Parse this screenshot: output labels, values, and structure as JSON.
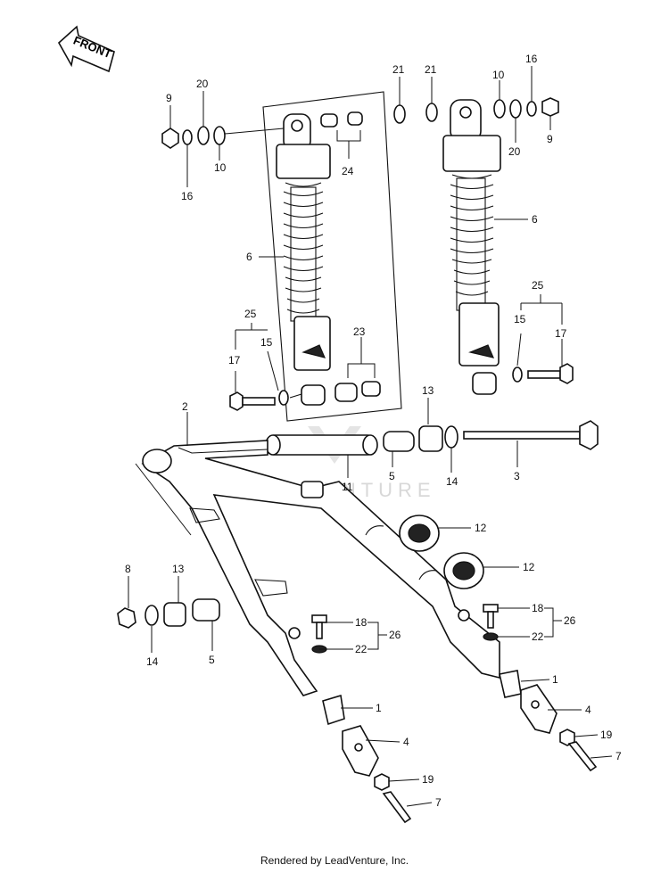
{
  "front_label": "FRONT",
  "watermark": "LEADVENTURE",
  "footer": "Rendered by LeadVenture, Inc.",
  "callouts": [
    {
      "id": "c9a",
      "text": "9"
    },
    {
      "id": "c20a",
      "text": "20"
    },
    {
      "id": "c16a",
      "text": "16"
    },
    {
      "id": "c10a",
      "text": "10"
    },
    {
      "id": "c24",
      "text": "24"
    },
    {
      "id": "c21a",
      "text": "21"
    },
    {
      "id": "c21b",
      "text": "21"
    },
    {
      "id": "c10b",
      "text": "10"
    },
    {
      "id": "c16b",
      "text": "16"
    },
    {
      "id": "c9b",
      "text": "9"
    },
    {
      "id": "c20b",
      "text": "20"
    },
    {
      "id": "c6a",
      "text": "6"
    },
    {
      "id": "c6b",
      "text": "6"
    },
    {
      "id": "c25a",
      "text": "25"
    },
    {
      "id": "c15a",
      "text": "15"
    },
    {
      "id": "c17a",
      "text": "17"
    },
    {
      "id": "c23",
      "text": "23"
    },
    {
      "id": "c25b",
      "text": "25"
    },
    {
      "id": "c15b",
      "text": "15"
    },
    {
      "id": "c17b",
      "text": "17"
    },
    {
      "id": "c2",
      "text": "2"
    },
    {
      "id": "c13a",
      "text": "13"
    },
    {
      "id": "c3",
      "text": "3"
    },
    {
      "id": "c11",
      "text": "11"
    },
    {
      "id": "c5a",
      "text": "5"
    },
    {
      "id": "c14a",
      "text": "14"
    },
    {
      "id": "c12a",
      "text": "12"
    },
    {
      "id": "c12b",
      "text": "12"
    },
    {
      "id": "c8",
      "text": "8"
    },
    {
      "id": "c13b",
      "text": "13"
    },
    {
      "id": "c14b",
      "text": "14"
    },
    {
      "id": "c5b",
      "text": "5"
    },
    {
      "id": "c18a",
      "text": "18"
    },
    {
      "id": "c26a",
      "text": "26"
    },
    {
      "id": "c22a",
      "text": "22"
    },
    {
      "id": "c18b",
      "text": "18"
    },
    {
      "id": "c26b",
      "text": "26"
    },
    {
      "id": "c22b",
      "text": "22"
    },
    {
      "id": "c1a",
      "text": "1"
    },
    {
      "id": "c1b",
      "text": "1"
    },
    {
      "id": "c4a",
      "text": "4"
    },
    {
      "id": "c4b",
      "text": "4"
    },
    {
      "id": "c19a",
      "text": "19"
    },
    {
      "id": "c19b",
      "text": "19"
    },
    {
      "id": "c7a",
      "text": "7"
    },
    {
      "id": "c7b",
      "text": "7"
    }
  ]
}
